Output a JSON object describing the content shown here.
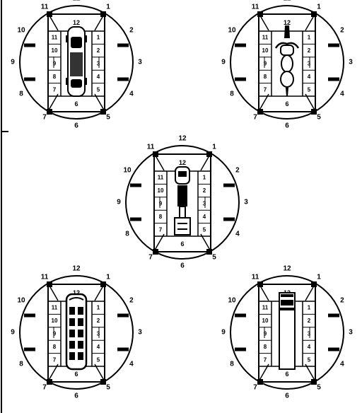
{
  "clock_labels": [
    "1",
    "2",
    "3",
    "4",
    "5",
    "6",
    "7",
    "8",
    "9",
    "10",
    "11",
    "12"
  ],
  "zone_labels": {
    "front": "12",
    "rear": "6",
    "right": [
      "1",
      "2",
      "3",
      "4",
      "5"
    ],
    "left": [
      "11",
      "10",
      "9",
      "8",
      "7"
    ]
  },
  "diagrams": [
    {
      "id": "car",
      "vehicle": "car-icon"
    },
    {
      "id": "motorcycle",
      "vehicle": "motorcycle-icon"
    },
    {
      "id": "tractor-trailer",
      "vehicle": "tractor-trailer-icon"
    },
    {
      "id": "van",
      "vehicle": "van-icon"
    },
    {
      "id": "box-truck",
      "vehicle": "box-truck-icon"
    }
  ],
  "colors": {
    "line": "#000000",
    "background": "#ffffff"
  }
}
